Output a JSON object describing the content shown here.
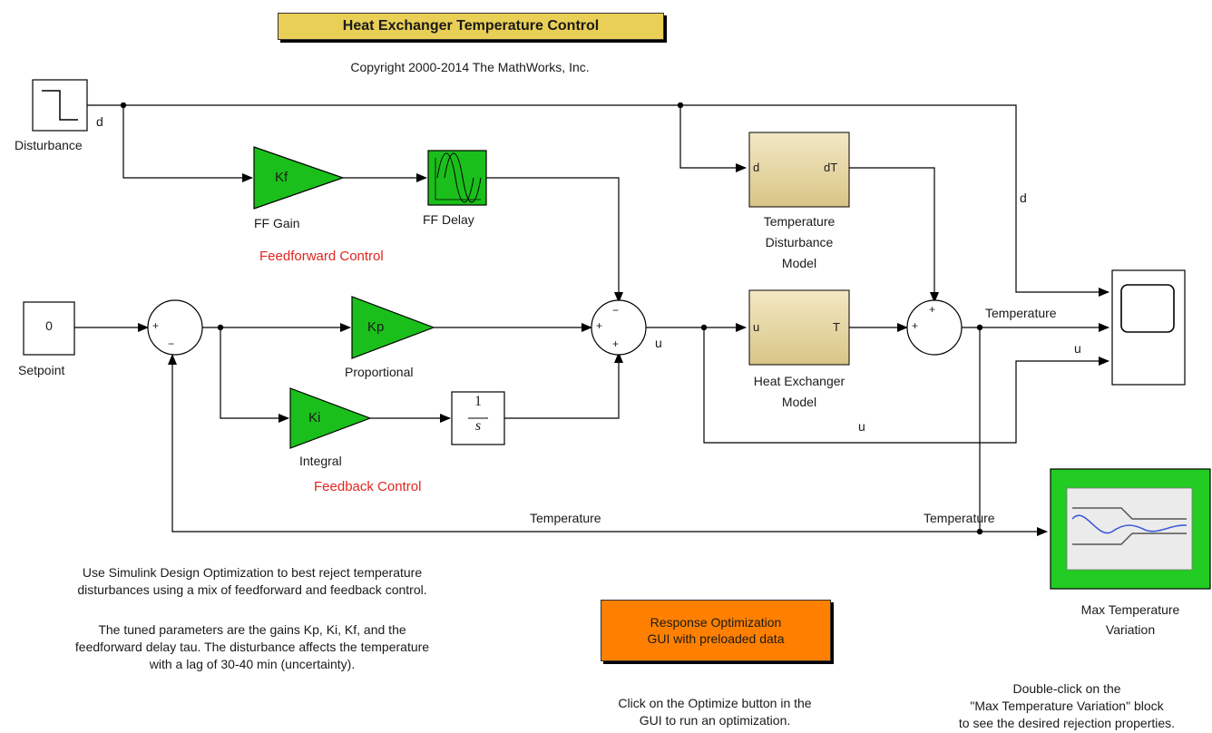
{
  "title": "Heat Exchanger Temperature Control",
  "copyright": "Copyright 2000-2014 The MathWorks, Inc.",
  "sections": {
    "feedforward": "Feedforward Control",
    "feedback": "Feedback Control"
  },
  "blocks": {
    "disturbance": {
      "label": "Disturbance"
    },
    "ff_gain": {
      "label": "FF Gain",
      "symbol": "Kf"
    },
    "ff_delay": {
      "label": "FF Delay"
    },
    "temp_dist_model": {
      "label_lines": [
        "Temperature",
        "Disturbance",
        "Model"
      ],
      "in_port": "d",
      "out_port": "dT"
    },
    "setpoint": {
      "label": "Setpoint",
      "value": "0"
    },
    "proportional": {
      "label": "Proportional",
      "symbol": "Kp"
    },
    "integral": {
      "label": "Integral",
      "symbol": "Ki"
    },
    "integrator": {
      "numerator": "1",
      "denominator": "s"
    },
    "heat_exchanger": {
      "label_lines": [
        "Heat Exchanger",
        "Model"
      ],
      "in_port": "u",
      "out_port": "T"
    },
    "max_temp_variation": {
      "label_lines": [
        "Max Temperature",
        "Variation"
      ]
    }
  },
  "sum_signs": {
    "sum1_top": "+",
    "sum1_bottom": "−",
    "sum2_top": "−",
    "sum2_left": "+",
    "sum2_bottom": "+",
    "sum3_left": "+",
    "sum3_top": "+"
  },
  "signals": {
    "d": "d",
    "u": "u",
    "temperature": "Temperature"
  },
  "notes": {
    "intro_lines": [
      "Use Simulink Design Optimization to best reject temperature",
      "disturbances using a mix of feedforward and feedback control."
    ],
    "params_lines": [
      "The tuned parameters are the gains Kp, Ki, Kf, and the",
      "feedforward delay tau. The disturbance affects the temperature",
      "with a lag of 30-40 min (uncertainty)."
    ],
    "optimize_lines": [
      "Click on the Optimize button in the",
      "GUI to run an optimization."
    ],
    "doubleclick_lines": [
      "Double-click on the",
      "\"Max Temperature Variation\" block",
      "to see the desired rejection properties."
    ]
  },
  "button": {
    "label_lines": [
      "Response Optimization",
      "GUI with preloaded data"
    ]
  },
  "colors": {
    "gain_green": "#1bbf1b",
    "title_yellow": "#e9cf55",
    "subsystem_tan": "#e8d9a6",
    "button_orange": "#ff8000",
    "red_text": "#e0261f",
    "check_green": "#22cc22"
  }
}
